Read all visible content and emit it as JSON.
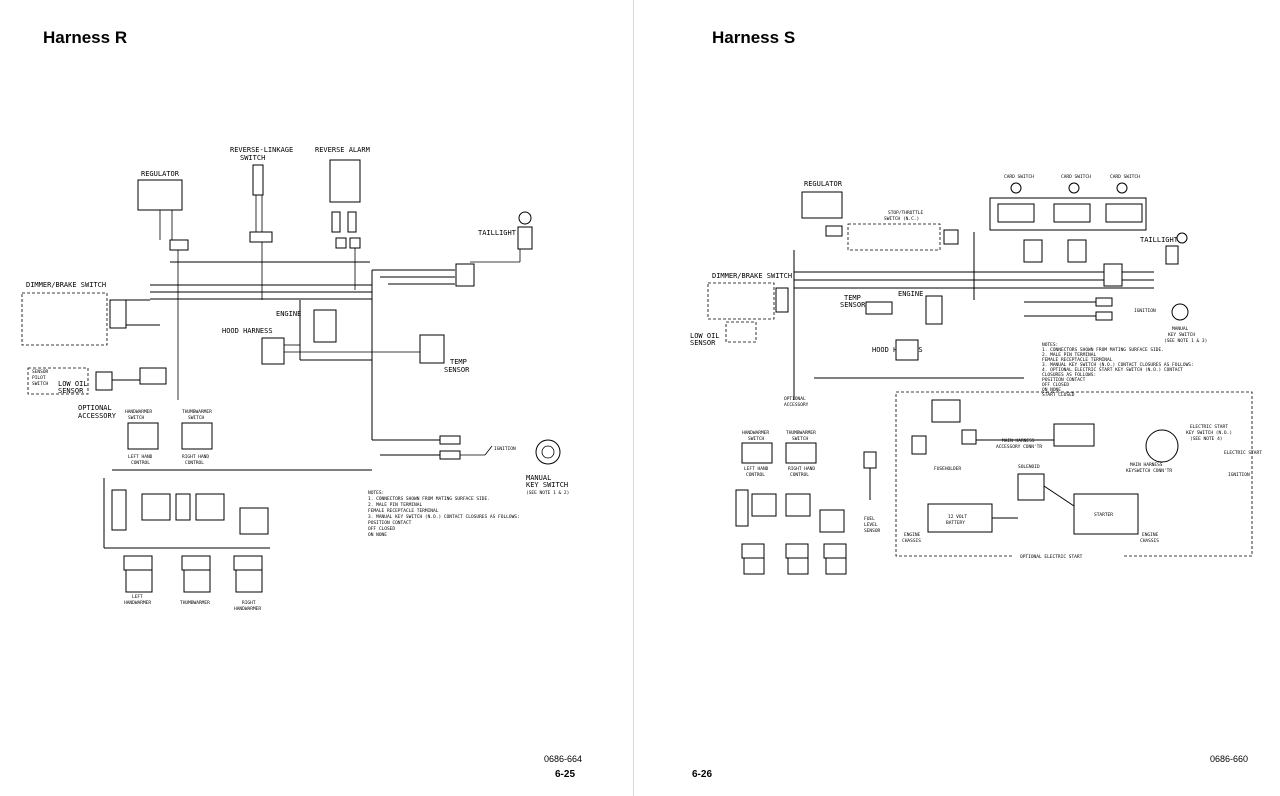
{
  "left_page": {
    "title": "Harness R",
    "doc_number": "0686-664",
    "page_number": "6-25",
    "labels": {
      "regulator": "REGULATOR",
      "reverse_linkage_switch": [
        "REVERSE-LINKAGE",
        "SWITCH"
      ],
      "reverse_alarm": "REVERSE ALARM",
      "taillight": "TAILLIGHT",
      "dimmer_brake_switch": "DIMMER/BRAKE SWITCH",
      "engine": "ENGINE",
      "hood_harness": "HOOD HARNESS",
      "temp_sensor": [
        "TEMP",
        "SENSOR"
      ],
      "sensor_pilot_switch": [
        "SENSOR",
        "PILOT",
        "SWITCH"
      ],
      "low_oil_sensor": [
        "LOW OIL",
        "SENSOR"
      ],
      "optional_accessory": [
        "OPTIONAL",
        "ACCESSORY"
      ],
      "handwarmer_switch": [
        "HANDWARMER",
        "SWITCH"
      ],
      "thumbwarmer_switch": [
        "THUMBWARMER",
        "SWITCH"
      ],
      "left_hand_control": [
        "LEFT HAND",
        "CONTROL"
      ],
      "right_hand_control": [
        "RIGHT HAND",
        "CONTROL"
      ],
      "ignition": "IGNITION",
      "manual_key_switch": [
        "MANUAL",
        "KEY SWITCH",
        "(SEE NOTE 1 & 2)"
      ],
      "left_handwarmer": [
        "LEFT",
        "HANDWARMER"
      ],
      "thumbwarmer": "THUMBWARMER",
      "right_handwarmer": [
        "RIGHT",
        "HANDWARMER"
      ]
    },
    "notes": [
      "NOTES:",
      "1. CONNECTORS SHOWN FROM MATING SURFACE SIDE.",
      "2. MALE PIN TERMINAL",
      "   FEMALE RECEPTACLE TERMINAL",
      "3. MANUAL KEY SWITCH (N.O.) CONTACT CLOSURES AS FOLLOWS:",
      "   POSITION            CONTACT",
      "   OFF                 CLOSED",
      "   ON                  NONE"
    ]
  },
  "right_page": {
    "title": "Harness S",
    "doc_number": "0686-660",
    "page_number": "6-26",
    "labels": {
      "regulator": "REGULATOR",
      "stop_throttle_switch": [
        "STOP/THROTTLE",
        "SWITCH (N.C.)"
      ],
      "card_switch": "CARD SWITCH",
      "taillight": "TAILLIGHT",
      "dimmer_brake_switch": "DIMMER/BRAKE SWITCH",
      "engine": "ENGINE",
      "temp_sensor": [
        "TEMP",
        "SENSOR"
      ],
      "low_oil_sensor": [
        "LOW OIL",
        "SENSOR"
      ],
      "hood_harness": "HOOD HARNESS",
      "ignition": "IGNITION",
      "manual_key_switch": [
        "MANUAL",
        "KEY SWITCH",
        "(SEE NOTE 1 & 3)"
      ],
      "optional_accessory": [
        "OPTIONAL",
        "ACCESSORY"
      ],
      "handwarmer_switch": [
        "HANDWARMER",
        "SWITCH"
      ],
      "thumbwarmer_switch": [
        "THUMBWARMER",
        "SWITCH"
      ],
      "left_hand_control": [
        "LEFT HAND",
        "CONTROL"
      ],
      "right_hand_control": [
        "RIGHT HAND",
        "CONTROL"
      ],
      "fuel_level_sensor": [
        "FUEL",
        "LEVEL",
        "SENSOR"
      ],
      "fuseholder": "FUSEHOLDER",
      "main_harness_accessory": [
        "MAIN HARNESS",
        "ACCESSORY CONN'TR"
      ],
      "electric_start_key_switch": [
        "ELECTRIC START",
        "KEY SWITCH (N.O.)",
        "(SEE NOTE 4)"
      ],
      "solenoid": "SOLENOID",
      "main_harness_keyswitch": [
        "MAIN HARNESS",
        "KEYSWITCH CONN'TR"
      ],
      "battery": [
        "12 VOLT",
        "BATTERY"
      ],
      "starter": "STARTER",
      "engine_chassis": [
        "ENGINE",
        "CHASSIS"
      ],
      "optional_electric_start": "OPTIONAL ELECTRIC START",
      "ignition_side": "IGNITION",
      "electric_start_side": "ELECTRIC START"
    },
    "notes": [
      "NOTES:",
      "1. CONNECTORS SHOWN FROM MATING SURFACE SIDE.",
      "2. MALE PIN TERMINAL",
      "   FEMALE RECEPTACLE TERMINAL",
      "3. MANUAL KEY SWITCH (N.O.) CONTACT CLOSURES AS FOLLOWS:",
      "4. OPTIONAL ELECTRIC START KEY SWITCH (N.O.) CONTACT",
      "   CLOSURES AS FOLLOWS:",
      "   POSITION      CONTACT",
      "   OFF           CLOSED",
      "   ON            NONE",
      "   START         CLOSED"
    ]
  }
}
